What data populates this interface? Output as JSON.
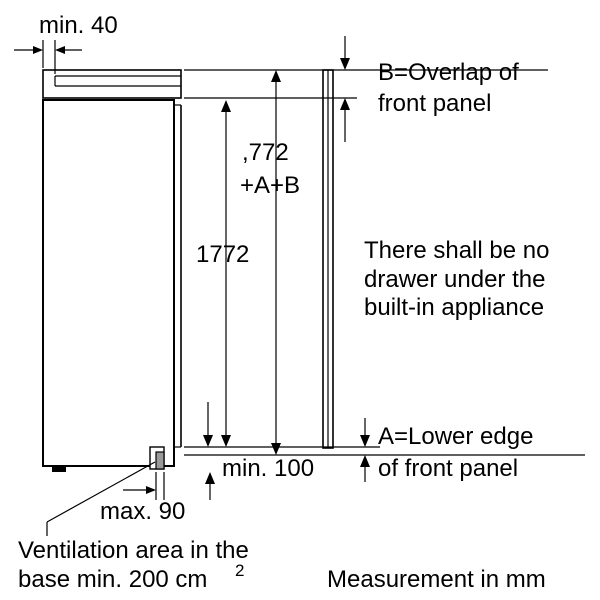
{
  "labels": {
    "min_40": "min. 40",
    "overlap_line1": "B=Overlap of",
    "overlap_line2": "front panel",
    "dim_772": ",772",
    "dim_ab": "+A+B",
    "dim_1772": "1772",
    "note_line1": "There shall be no",
    "note_line2": "drawer under the",
    "note_line3": "built-in appliance",
    "lower_line1": "A=Lower edge",
    "lower_line2": "of front panel",
    "min_100": "min. 100",
    "max_90": "max. 90",
    "vent_line1": "Ventilation area in the",
    "vent_line2": "base min. 200 cm",
    "vent_sup": "2",
    "measurement": "Measurement in mm"
  }
}
